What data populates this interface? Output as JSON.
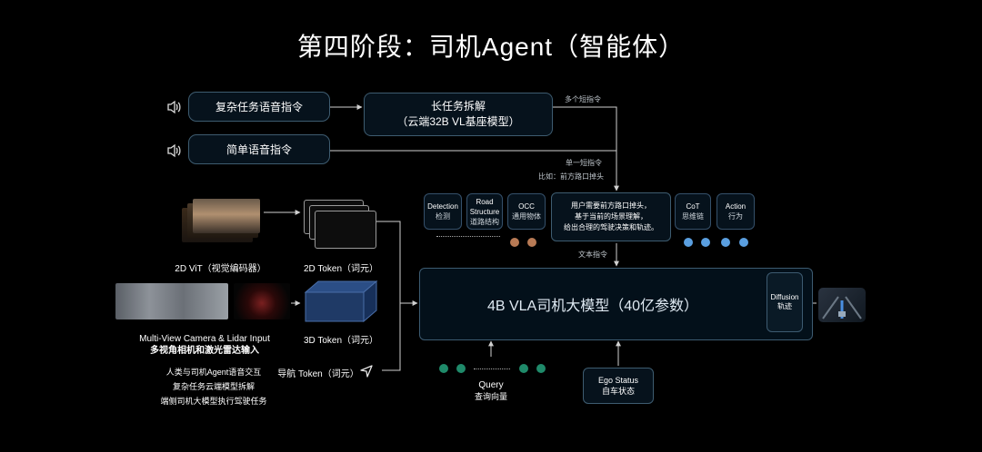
{
  "title": "第四阶段：司机Agent（智能体）",
  "voice_complex": "复杂任务语音指令",
  "voice_simple": "简单语音指令",
  "long_task": {
    "line1": "长任务拆解",
    "line2": "（云端32B VL基座模型）"
  },
  "multi_short": "多个短指令",
  "single_short": "单一短指令",
  "example": "比如：前方路口掉头",
  "text_cmd": "文本指令",
  "tags": [
    {
      "line1": "Detection",
      "line2": "检测"
    },
    {
      "line1": "Road",
      "line2": "Structure",
      "line3": "道路结构"
    },
    {
      "line1": "OCC",
      "line2": "通用物体"
    },
    {
      "line1": "CoT",
      "line2": "思维链"
    },
    {
      "line1": "Action",
      "line2": "行为"
    }
  ],
  "reasoning": {
    "line1": "用户需要前方路口掉头，",
    "line2": "基于当前的场景理解，",
    "line3": "给出合理的驾驶决策和轨迹。"
  },
  "main_model": "4B VLA司机大模型（40亿参数）",
  "diffusion": {
    "line1": "Diffusion",
    "line2": "轨迹"
  },
  "vit_label": "2D ViT（视觉编码器）",
  "token2d": "2D Token（词元）",
  "token3d": "3D Token（词元）",
  "camera": {
    "line1": "Multi-View Camera & Lidar Input",
    "line2": "多视角相机和激光雷达输入"
  },
  "nav_token": "导航 Token（词元）",
  "benefits": [
    "人类与司机Agent语音交互",
    "复杂任务云端模型拆解",
    "端侧司机大模型执行驾驶任务"
  ],
  "query": {
    "line1": "Query",
    "line2": "查询向量"
  },
  "ego": {
    "line1": "Ego Status",
    "line2": "自车状态"
  },
  "colors": {
    "orange_dot": "#b87a55",
    "blue_dot": "#5a9fe0",
    "green_dot": "#1f8a6a",
    "box_border": "#3e5c70",
    "cube": "#1f3a66"
  }
}
